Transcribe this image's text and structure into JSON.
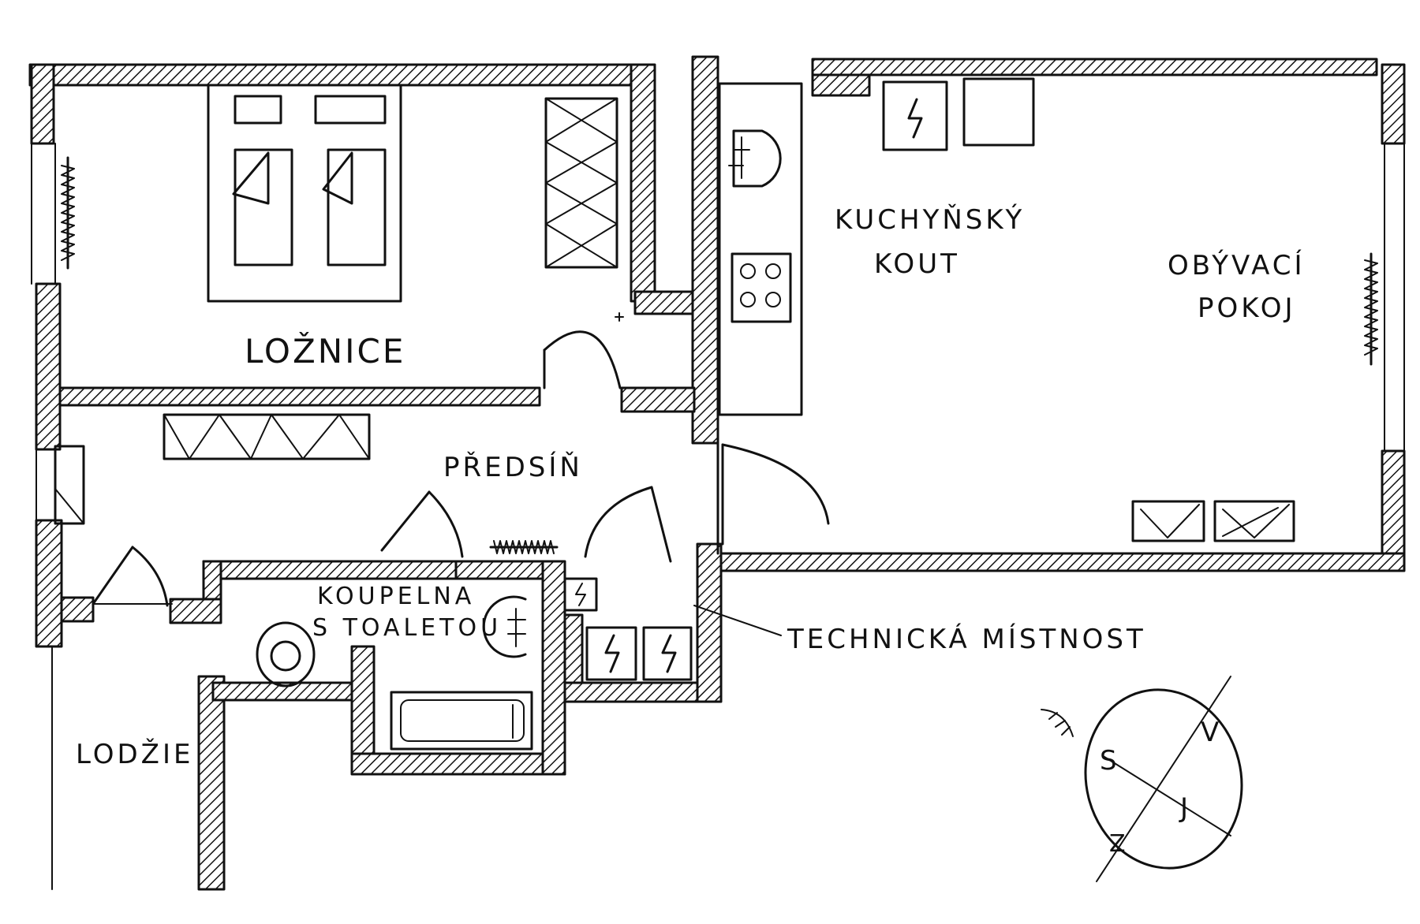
{
  "rooms": {
    "loznice": "LOŽNICE",
    "kuchynsky_kout_line1": "KUCHYŇSKÝ",
    "kuchynsky_kout_line2": "KOUT",
    "obyvaci_pokoj_line1": "OBÝVACÍ",
    "obyvaci_pokoj_line2": "POKOJ",
    "predsin": "PŘEDSÍŇ",
    "koupelna_line1": "KOUPELNA",
    "koupelna_line2": "S TOALETOU",
    "technicka_mistnost": "TECHNICKÁ MÍSTNOST",
    "lodzie": "LODŽIE"
  },
  "compass": {
    "north": "S",
    "east": "V",
    "south": "J",
    "west": "Z"
  },
  "colors": {
    "ink": "#111111",
    "paper": "#ffffff"
  }
}
